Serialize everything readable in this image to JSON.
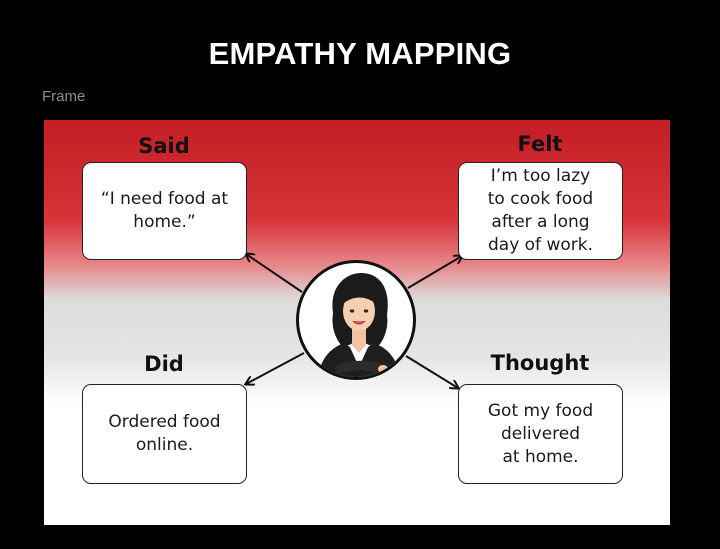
{
  "title": "EMPATHY MAPPING",
  "frame_label": "Frame",
  "quadrants": {
    "said": {
      "heading": "Said",
      "text": "“I  need food at\nhome.”"
    },
    "felt": {
      "heading": "Felt",
      "text": "I’m too lazy\nto cook food\nafter a long\nday of work."
    },
    "did": {
      "heading": "Did",
      "text": "Ordered food\nonline."
    },
    "thought": {
      "heading": "Thought",
      "text": "Got my food\ndelivered\nat home."
    }
  },
  "colors": {
    "accent_red": "#c41e26",
    "background": "#000000",
    "card_border": "#222222"
  },
  "avatar": {
    "icon": "businesswoman-avatar-icon"
  }
}
